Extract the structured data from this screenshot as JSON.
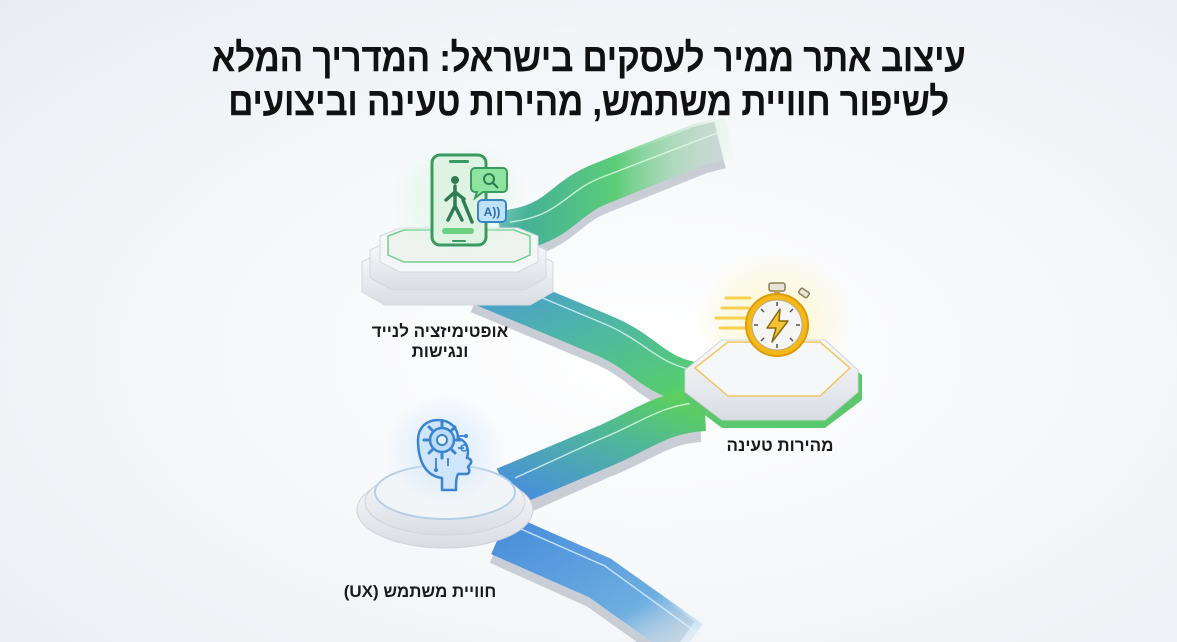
{
  "title": {
    "line1": "עיצוב אתר ממיר לעסקים בישראל: המדריך המלא",
    "line2": "לשיפור חוויית משתמש, מהירות טעינה וביצועים"
  },
  "steps": [
    {
      "id": "mobile",
      "label_line1": "אופטימיזציה לנייד",
      "label_line2": "ונגישות",
      "icon": "smartphone-accessibility-icon",
      "accent": "#3cbf6a"
    },
    {
      "id": "speed",
      "label_line1": "מהירות טעינה",
      "icon": "stopwatch-lightning-icon",
      "accent": "#f2b705"
    },
    {
      "id": "ux",
      "label_line1": "חוויית משתמש (UX)",
      "icon": "brain-gear-head-icon",
      "accent": "#3f8fe0"
    }
  ],
  "colors": {
    "path_green": "#4cc96a",
    "path_blue": "#4a90d9",
    "platform": "#eef0f3"
  }
}
